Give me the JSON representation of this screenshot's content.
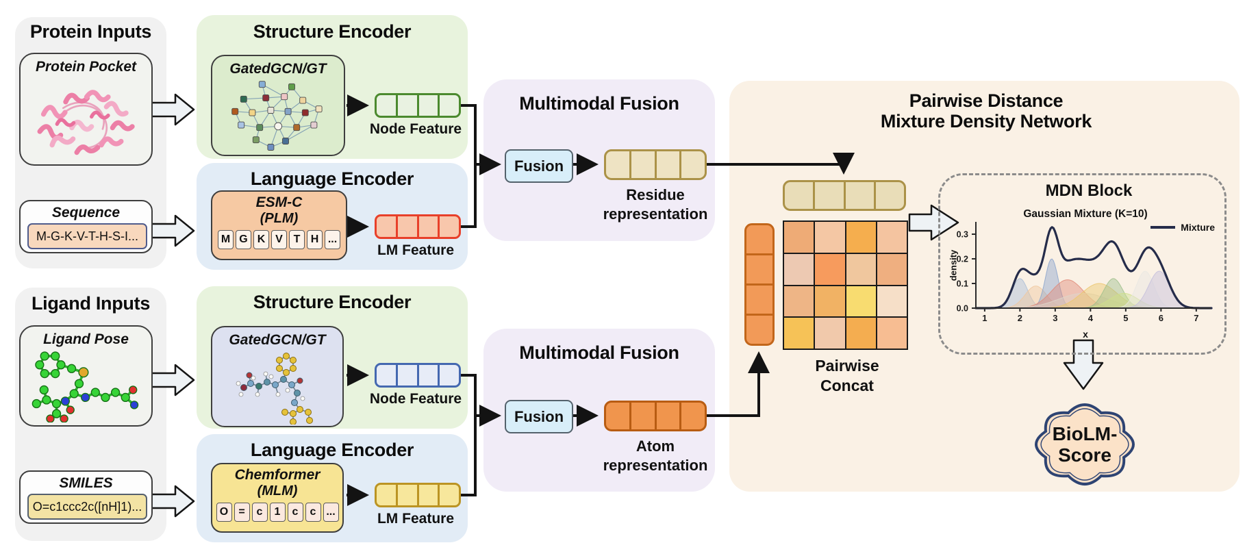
{
  "figure": {
    "protein_inputs": {
      "title": "Protein Inputs",
      "pocket_title": "Protein Pocket",
      "sequence_title": "Sequence",
      "sequence_text": "M-G-K-V-T-H-S-I..."
    },
    "ligand_inputs": {
      "title": "Ligand Inputs",
      "pose_title": "Ligand Pose",
      "smiles_title": "SMILES",
      "smiles_text": "O=c1ccc2c([nH]1)..."
    },
    "protein_branch": {
      "structure_encoder_title": "Structure Encoder",
      "structure_model": "GatedGCN/GT",
      "language_encoder_title": "Language Encoder",
      "language_model": "ESM-C",
      "language_model_sub": "(PLM)",
      "tokens": [
        "M",
        "G",
        "K",
        "V",
        "T",
        "H",
        "..."
      ],
      "node_feature_label": "Node Feature",
      "lm_feature_label": "LM Feature",
      "fusion_title": "Multimodal Fusion",
      "fusion_button": "Fusion",
      "representation_line1": "Residue",
      "representation_line2": "representation"
    },
    "ligand_branch": {
      "structure_encoder_title": "Structure Encoder",
      "structure_model": "GatedGCN/GT",
      "language_encoder_title": "Language Encoder",
      "language_model": "Chemformer",
      "language_model_sub": "(MLM)",
      "tokens": [
        "O",
        "=",
        "c",
        "1",
        "c",
        "c",
        "..."
      ],
      "node_feature_label": "Node Feature",
      "lm_feature_label": "LM Feature",
      "fusion_title": "Multimodal Fusion",
      "fusion_button": "Fusion",
      "representation_line1": "Atom",
      "representation_line2": "representation"
    },
    "pairwise": {
      "title_line1": "Pairwise Distance",
      "title_line2": "Mixture Density Network",
      "concat_line1": "Pairwise",
      "concat_line2": "Concat",
      "mdn_title": "MDN Block",
      "output_line1": "BioLM-",
      "output_line2": "Score",
      "heatmap": [
        "#eeab76",
        "#f4c7a4",
        "#f5ae4e",
        "#f4c4a0",
        "#edc9b2",
        "#f79b5d",
        "#f0c79e",
        "#efaf80",
        "#eeb586",
        "#f1b264",
        "#f8dc70",
        "#f6dfc8",
        "#f6c257",
        "#f1c9ab",
        "#f4ad50",
        "#f7bd92"
      ]
    },
    "bars": {
      "protein_node": {
        "cells": 4,
        "fill": "#e9f2e1",
        "border": "#4b8a2e"
      },
      "protein_lm": {
        "cells": 4,
        "fill": "#f8c7ac",
        "border": "#e8402a"
      },
      "ligand_node": {
        "cells": 4,
        "fill": "#e7ecf7",
        "border": "#4468b0"
      },
      "ligand_lm": {
        "cells": 4,
        "fill": "#f7e79c",
        "border": "#bb9423"
      },
      "residue": {
        "cells": 4,
        "fill": "#eee3c3",
        "border": "#ab9248"
      },
      "atom": {
        "cells": 4,
        "fill": "#f0954d",
        "border": "#b85c12"
      },
      "pair_row": {
        "cells": 4,
        "fill": "#e9ddb8",
        "border": "#ab9248"
      },
      "pair_col": {
        "cells": 4,
        "fill": "#f29a58",
        "border": "#c2661a"
      }
    },
    "colors": {
      "inputs_panel": "#f1f1f1",
      "structure_panel": "#e8f3dd",
      "language_panel": "#e2ecf6",
      "fusion_panel": "#f1ecf7",
      "pairwise_panel": "#faf1e5",
      "gcn_protein_card": "#dceccd",
      "gcn_ligand_card": "#dde1f0",
      "esm_card": "#f6c9a3",
      "chemformer_card": "#f7e494",
      "badge_fill": "#fbe2c8",
      "badge_border": "#2e4473"
    }
  },
  "chart_data": {
    "type": "area",
    "title": "Gaussian Mixture (K=10)",
    "xlabel": "x",
    "ylabel": "density",
    "xlim": [
      0.75,
      7.45
    ],
    "ylim": [
      0,
      0.36
    ],
    "xticks": [
      1,
      2,
      3,
      4,
      5,
      6,
      7
    ],
    "yticks": [
      0.0,
      0.1,
      0.2,
      0.3
    ],
    "grid": false,
    "legend": [
      {
        "label": "Mixture",
        "color": "#252c4a"
      }
    ],
    "legend_position": "upper right",
    "mixture_color": "#252c4a",
    "mixture_is_sum_of_components": true,
    "components": [
      {
        "mu": 2.0,
        "sigma": 0.22,
        "peak": 0.12,
        "color": "#a9bdd6"
      },
      {
        "mu": 2.45,
        "sigma": 0.3,
        "peak": 0.09,
        "color": "#f0c79e"
      },
      {
        "mu": 2.9,
        "sigma": 0.18,
        "peak": 0.2,
        "color": "#8ba4cd"
      },
      {
        "mu": 3.35,
        "sigma": 0.45,
        "peak": 0.115,
        "color": "#e08a78"
      },
      {
        "mu": 3.8,
        "sigma": 0.7,
        "peak": 0.06,
        "color": "#ded6ca"
      },
      {
        "mu": 4.25,
        "sigma": 0.5,
        "peak": 0.1,
        "color": "#ecc76d"
      },
      {
        "mu": 4.65,
        "sigma": 0.27,
        "peak": 0.12,
        "color": "#9dbf8b"
      },
      {
        "mu": 4.95,
        "sigma": 0.4,
        "peak": 0.06,
        "color": "#cfdf8b"
      },
      {
        "mu": 5.55,
        "sigma": 0.25,
        "peak": 0.15,
        "color": "#e9e7e3"
      },
      {
        "mu": 5.95,
        "sigma": 0.3,
        "peak": 0.15,
        "color": "#c6bfdc"
      }
    ]
  }
}
